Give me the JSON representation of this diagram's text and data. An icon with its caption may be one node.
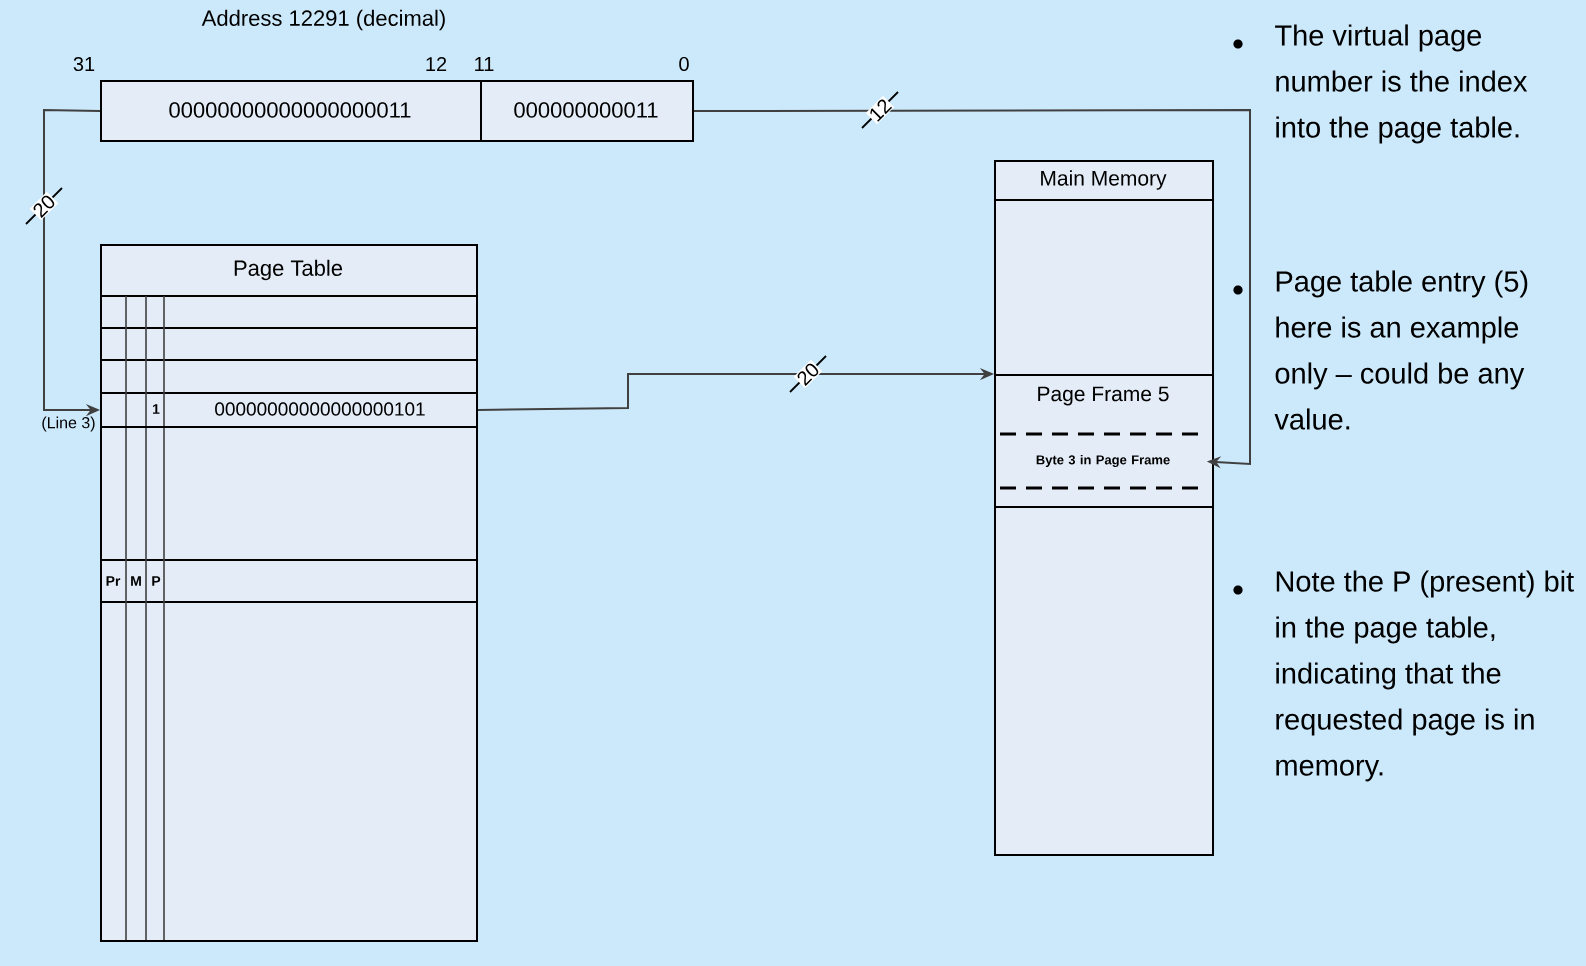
{
  "diagram": {
    "nodes": [
      {
        "text": [
          "00000000000000000011"
        ]
      },
      {
        "text": [
          "000000000011"
        ]
      },
      {
        "text": [
          "Page Table"
        ]
      },
      {
        "text": [
          "1",
          "00000000000000000101"
        ],
        "in": 2,
        "beside": [
          "(Line 3)"
        ]
      },
      {
        "text": [
          "Main Memory"
        ]
      },
      {
        "text": [
          "Page Frame 5"
        ],
        "in": 4
      },
      {
        "text": [
          "Byte 3 in Page Frame"
        ],
        "in": 5
      }
    ],
    "edges": [
      {
        "from": 0,
        "to": 3,
        "arrow": "to",
        "label": "20"
      },
      {
        "from": 3,
        "to": 5,
        "arrow": "to",
        "label": "20"
      },
      {
        "from": 1,
        "to": 6,
        "arrow": "to",
        "label": "12"
      }
    ],
    "labels": [
      "Address 12291 (decimal)",
      "31",
      "12",
      "11",
      "0",
      "Pr",
      "M",
      "P",
      "The virtual page number is the index into the page table.",
      "Page table entry (5) here is an example only – could be any value.",
      "Note the P (present) bit in the page table, indicating that the requested page is in memory."
    ]
  }
}
